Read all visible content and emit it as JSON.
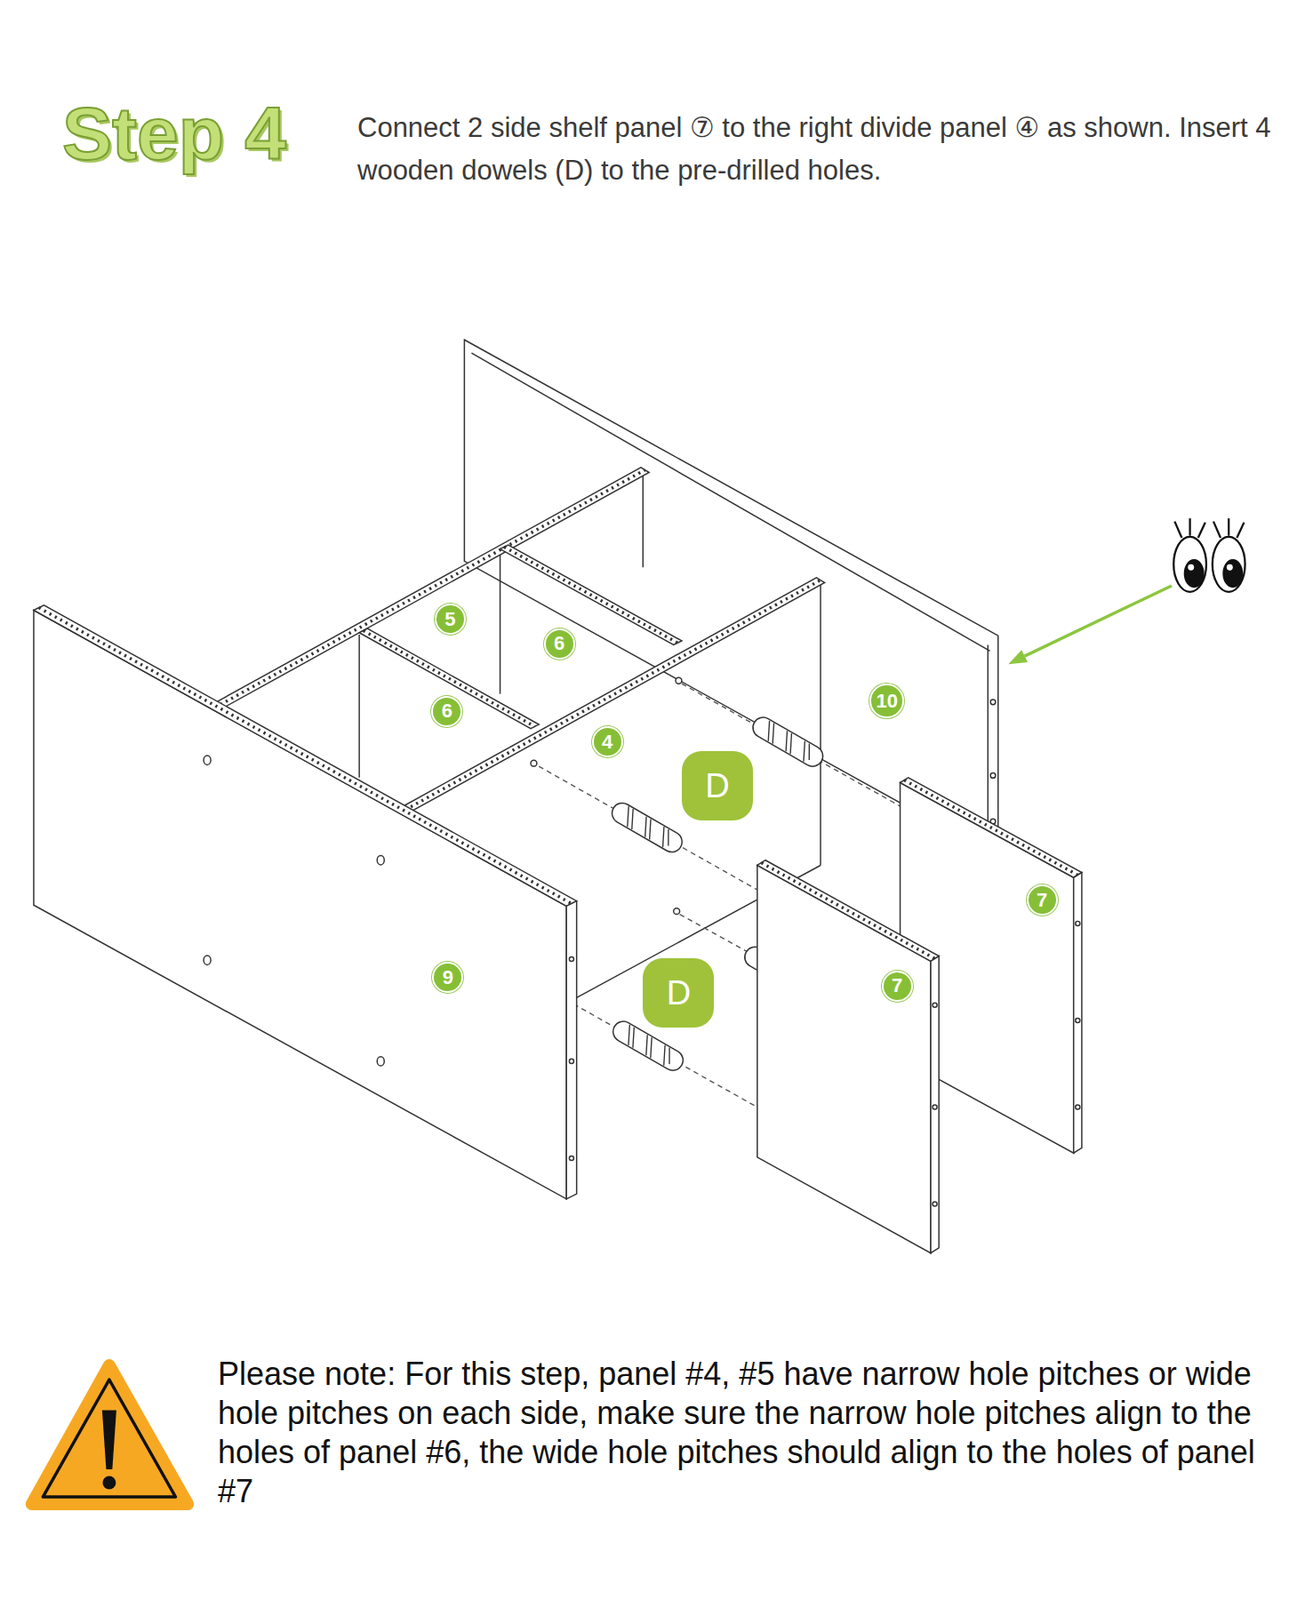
{
  "diagram": {
    "title": "Step 4",
    "nodes": [
      {
        "text": [
          "5"
        ]
      },
      {
        "text": [
          "6"
        ]
      },
      {
        "text": [
          "10"
        ]
      },
      {
        "text": [
          "6"
        ]
      },
      {
        "text": [
          "4"
        ]
      },
      {
        "text": [
          "D"
        ]
      },
      {
        "text": [
          "7"
        ]
      },
      {
        "text": [
          "9"
        ]
      },
      {
        "text": [
          "7"
        ]
      },
      {
        "text": [
          "D"
        ]
      }
    ],
    "labels": [
      "Connect 2 side shelf panel ⑦ to the right divide panel ④ as shown. Insert 4 wooden dowels (D) to the pre-drilled holes.",
      "Please note: For this step, panel #4, #5 have narrow hole pitches or wide hole pitches on each side, make sure the narrow hole pitches align to the holes of panel #6, the wide hole pitches should align to the holes of panel #7"
    ]
  }
}
